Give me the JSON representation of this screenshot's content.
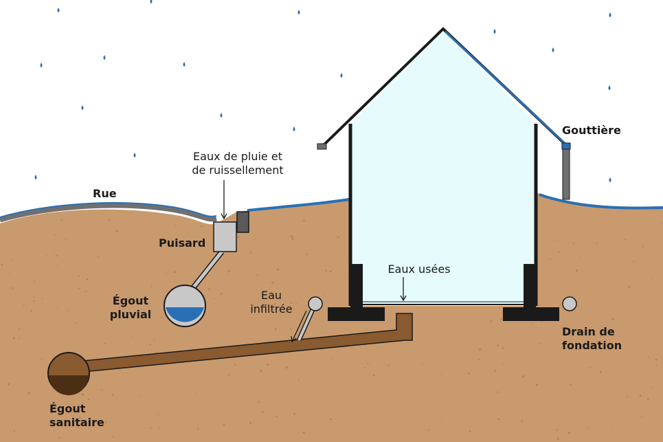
{
  "labels": {
    "rue": "Rue",
    "eaux_pluie_1": "Eaux de pluie et",
    "eaux_pluie_2": "de ruissellement",
    "puisard": "Puisard",
    "egout_pluvial_1": "Égout",
    "egout_pluvial_2": "pluvial",
    "eau_infiltree_1": "Eau",
    "eau_infiltree_2": "infiltrée",
    "eaux_usees": "Eaux usées",
    "gouttiere": "Gouttière",
    "drain_1": "Drain de",
    "drain_2": "fondation",
    "egout_sanitaire_1": "Égout",
    "egout_sanitaire_2": "sanitaire"
  },
  "colors": {
    "soil": "#c99a6e",
    "soil_dots": "#b0805a",
    "house_interior": "#e6fbfb",
    "road": "#707070",
    "rain": "#2a6fb5",
    "water": "#2a6fb5",
    "sewage": "#4b2e14",
    "sewer_pipe": "#8a5a30",
    "footing": "#1a1a1a"
  }
}
